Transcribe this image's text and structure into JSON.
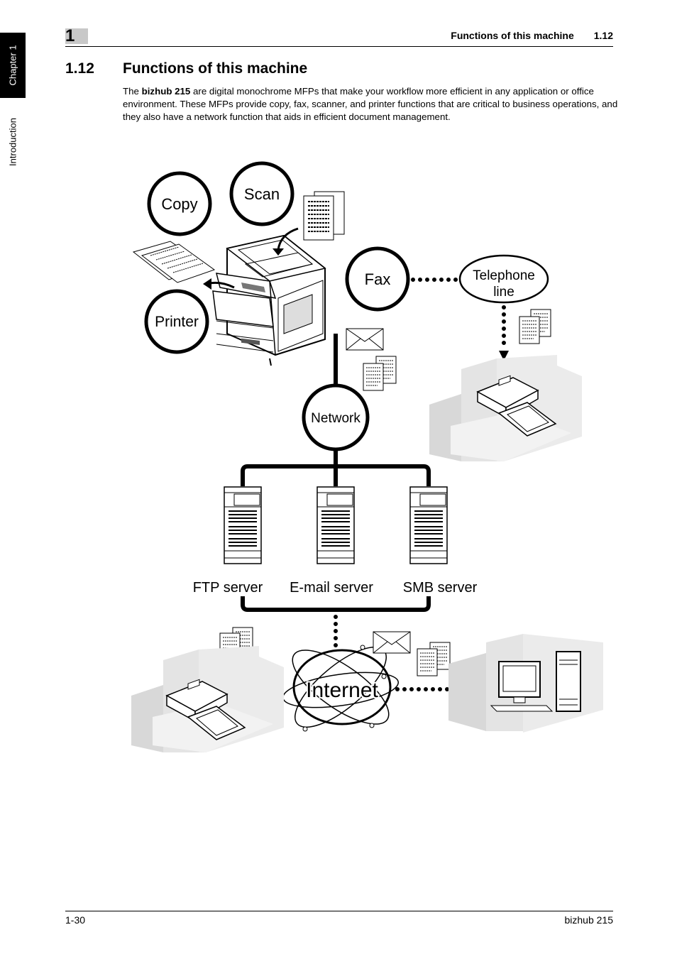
{
  "side": {
    "chapter": "Chapter 1",
    "section": "Introduction"
  },
  "header": {
    "chapter_number": "1",
    "title": "Functions of this machine",
    "number": "1.12"
  },
  "section": {
    "number": "1.12",
    "title": "Functions of this machine",
    "intro_before": "The ",
    "intro_bold": "bizhub 215",
    "intro_after": " are digital monochrome MFPs that make your workflow more efficient in any application or office environment. These MFPs provide copy, fax, scanner, and printer functions that are critical to business operations, and they also have a network function that aids in efficient document management."
  },
  "diagram": {
    "copy": "Copy",
    "scan": "Scan",
    "printer": "Printer",
    "fax": "Fax",
    "telephone_line_1": "Telephone",
    "telephone_line_2": "line",
    "network": "Network",
    "ftp_server": "FTP server",
    "email_server": "E-mail server",
    "smb_server": "SMB server",
    "internet": "Internet"
  },
  "footer": {
    "page": "1-30",
    "product": "bizhub 215"
  }
}
